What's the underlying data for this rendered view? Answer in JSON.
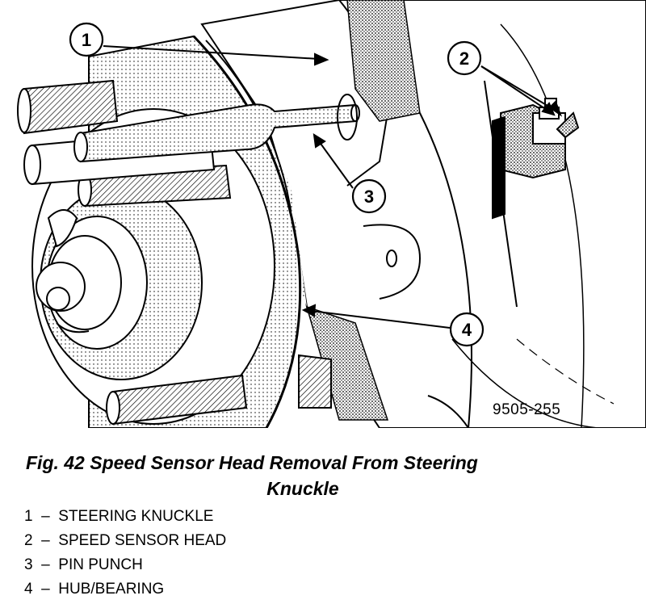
{
  "figure": {
    "id_label": "9505-255",
    "caption_line1": "Fig. 42 Speed Sensor Head Removal From Steering",
    "caption_line2": "Knuckle"
  },
  "callouts": [
    {
      "num": "1",
      "label": "STEERING KNUCKLE"
    },
    {
      "num": "2",
      "label": "SPEED SENSOR HEAD"
    },
    {
      "num": "3",
      "label": "PIN PUNCH"
    },
    {
      "num": "4",
      "label": "HUB/BEARING"
    }
  ],
  "legend_separator": "–"
}
